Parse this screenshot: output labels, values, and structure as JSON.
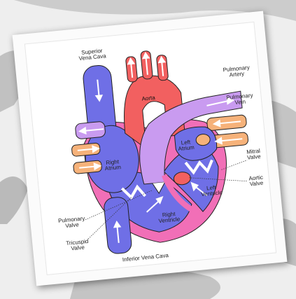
{
  "diagram": {
    "labels": {
      "superior_vena_cava": "Superior\nVena Cava",
      "aorta": "Aorta",
      "pulmonary_artery": "Pulmonary\nArtery",
      "pulmonary_vein": "Pulmonary\nVein",
      "left_atrium": "Left\nAtrium",
      "mitral_valve": "Mitral\nValve",
      "right_atrium": "Right\nAtrium",
      "aortic_valve": "Aortic\nValve",
      "left_ventricle": "Left\nVentricle",
      "pulmonary_valve": "Pulmonary\nValve",
      "right_ventricle": "Right\nVentricle",
      "tricuspid_valve": "Tricuspid\nValve",
      "inferior_vena_cava": "Inferior Vena Cava"
    },
    "colors": {
      "deoxygenated": "#6f6fe6",
      "oxygenated": "#f26060",
      "pulmonary_artery": "#c99bf0",
      "pulmonary_vein": "#f6b27a",
      "heart_wall": "#f16fb7",
      "valve": "#ffffff"
    }
  }
}
